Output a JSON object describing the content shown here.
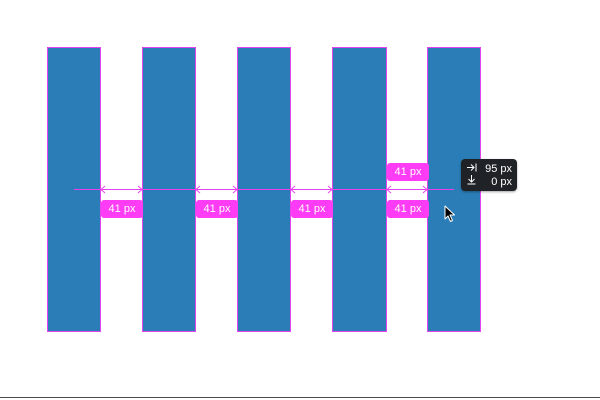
{
  "colors": {
    "artboard_fill": "#2a7db6",
    "stripe_fill": "#ffffff",
    "guide_magenta": "#e542ef",
    "pill_fill": "#ff3cf5",
    "tooltip_bg": "#1f2328"
  },
  "measurements": {
    "gap_labels": [
      "41 px",
      "41 px",
      "41 px",
      "41 px"
    ],
    "hover_label": "41 px"
  },
  "tooltip": {
    "horizontal_icon": "arrow-to-line-right-icon",
    "horizontal_value": "95 px",
    "vertical_icon": "arrow-to-line-down-icon",
    "vertical_value": "0 px"
  },
  "cursor": {
    "icon": "pointer-arrow-icon"
  }
}
